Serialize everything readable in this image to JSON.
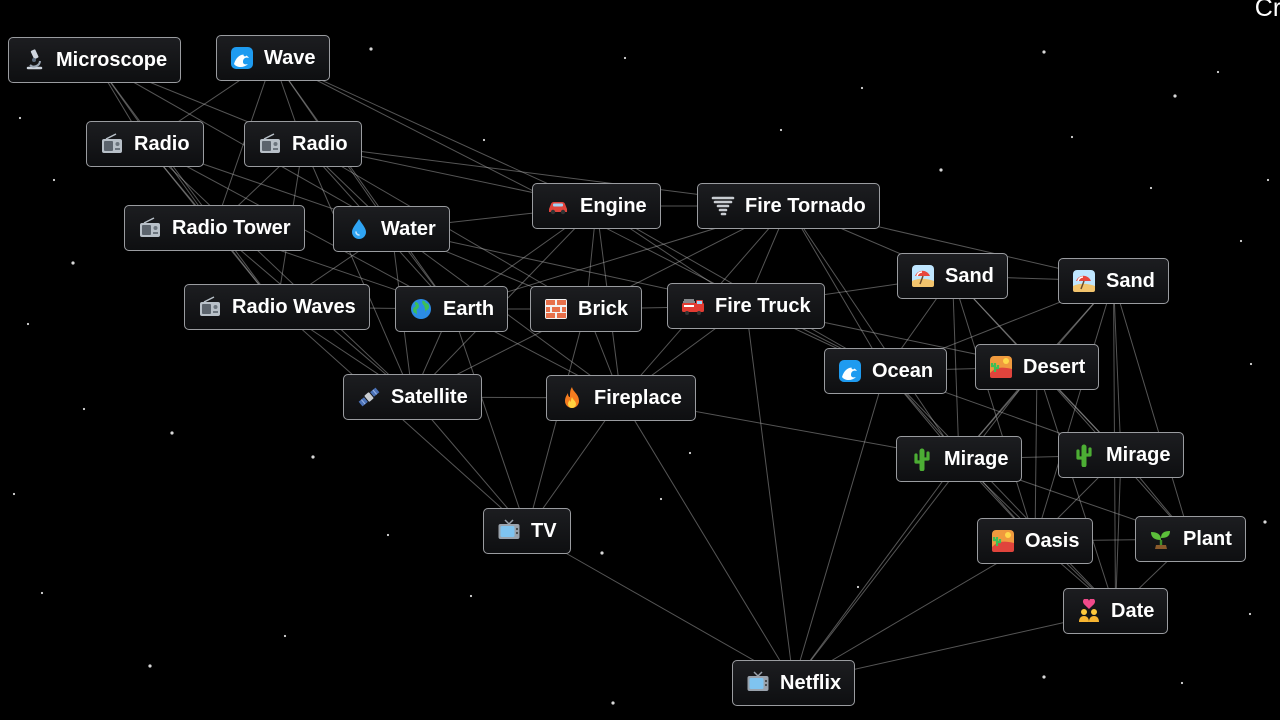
{
  "brand": {
    "text": "Craf"
  },
  "elements": [
    {
      "id": "microscope",
      "label": "Microscope",
      "icon": "microscope-icon"
    },
    {
      "id": "wave",
      "label": "Wave",
      "icon": "wave-icon"
    },
    {
      "id": "radio-1",
      "label": "Radio",
      "icon": "radio-icon"
    },
    {
      "id": "radio-2",
      "label": "Radio",
      "icon": "radio-icon"
    },
    {
      "id": "radio-tower",
      "label": "Radio Tower",
      "icon": "radio-icon"
    },
    {
      "id": "water",
      "label": "Water",
      "icon": "water-drop-icon"
    },
    {
      "id": "engine",
      "label": "Engine",
      "icon": "car-icon"
    },
    {
      "id": "fire-tornado",
      "label": "Fire Tornado",
      "icon": "tornado-icon"
    },
    {
      "id": "sand-1",
      "label": "Sand",
      "icon": "beach-icon"
    },
    {
      "id": "sand-2",
      "label": "Sand",
      "icon": "beach-icon"
    },
    {
      "id": "radio-waves",
      "label": "Radio Waves",
      "icon": "radio-icon"
    },
    {
      "id": "earth",
      "label": "Earth",
      "icon": "globe-icon"
    },
    {
      "id": "brick",
      "label": "Brick",
      "icon": "brick-icon"
    },
    {
      "id": "fire-truck",
      "label": "Fire Truck",
      "icon": "fire-engine-icon"
    },
    {
      "id": "ocean",
      "label": "Ocean",
      "icon": "wave-icon"
    },
    {
      "id": "desert",
      "label": "Desert",
      "icon": "desert-icon"
    },
    {
      "id": "satellite",
      "label": "Satellite",
      "icon": "satellite-icon"
    },
    {
      "id": "fireplace",
      "label": "Fireplace",
      "icon": "fire-icon"
    },
    {
      "id": "mirage-1",
      "label": "Mirage",
      "icon": "cactus-icon"
    },
    {
      "id": "mirage-2",
      "label": "Mirage",
      "icon": "cactus-icon"
    },
    {
      "id": "oasis",
      "label": "Oasis",
      "icon": "desert-icon"
    },
    {
      "id": "plant",
      "label": "Plant",
      "icon": "seedling-icon"
    },
    {
      "id": "tv",
      "label": "TV",
      "icon": "television-icon"
    },
    {
      "id": "date",
      "label": "Date",
      "icon": "couple-heart-icon"
    },
    {
      "id": "netflix",
      "label": "Netflix",
      "icon": "television-icon"
    }
  ]
}
